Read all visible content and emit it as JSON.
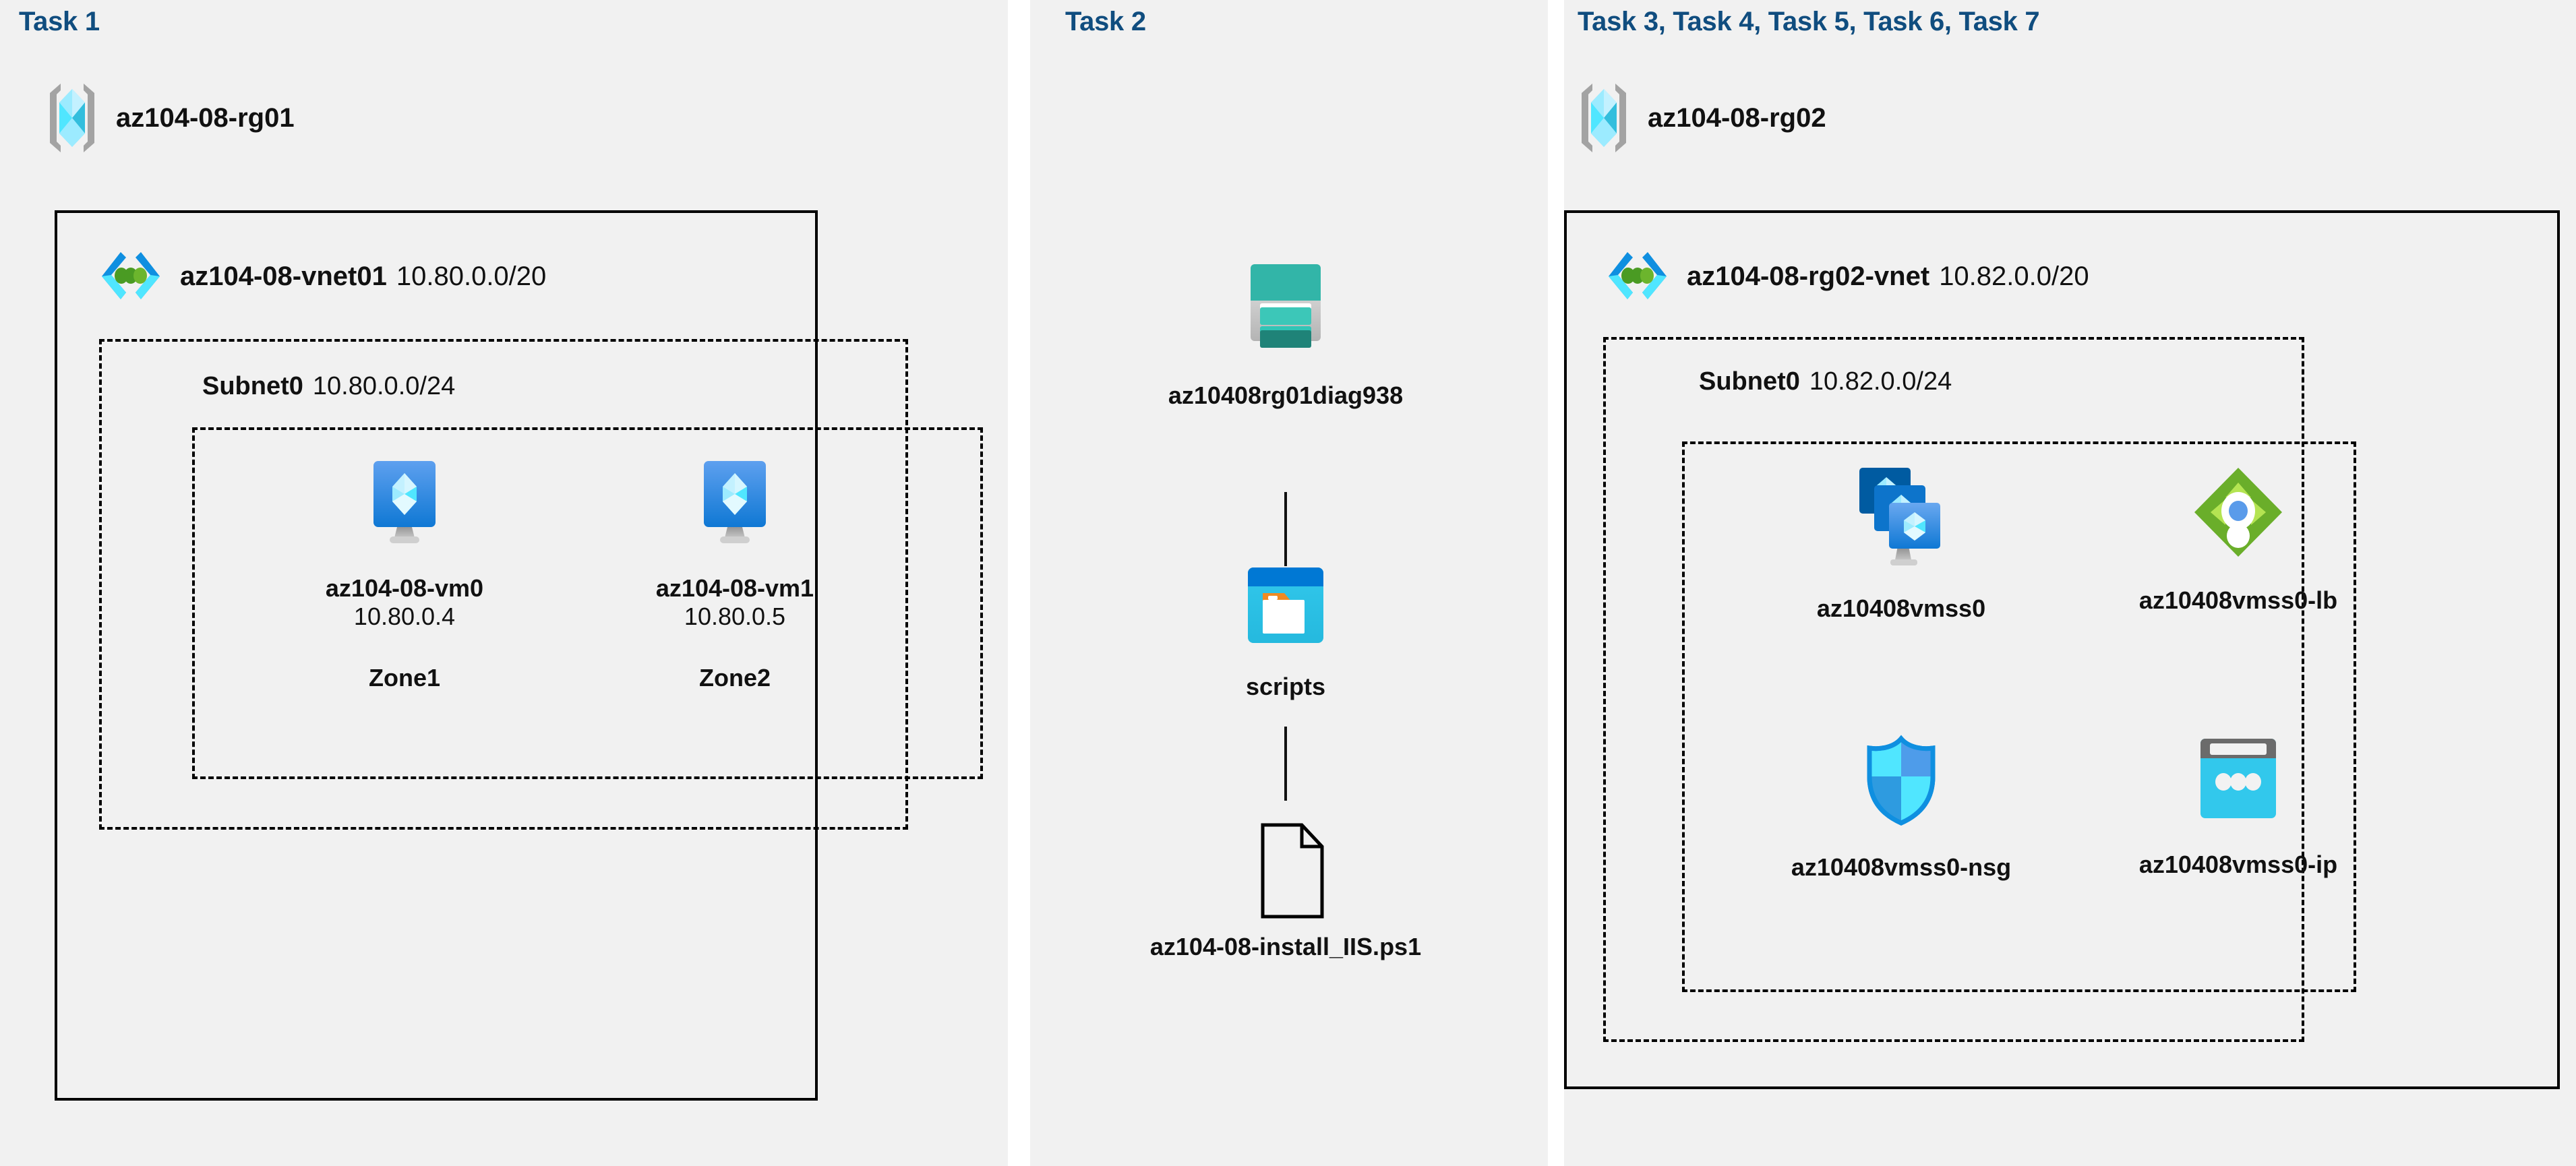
{
  "panels": [
    {
      "task_label": "Task 1"
    },
    {
      "task_label": "Task 2"
    },
    {
      "task_label": "Task 3, Task 4, Task 5, Task 6, Task 7"
    }
  ],
  "panel1": {
    "resource_group": {
      "name": "az104-08-rg01",
      "icon": "resource-group-icon"
    },
    "vnet": {
      "name": "az104-08-vnet01",
      "cidr": "10.80.0.0/20",
      "icon": "virtual-network-icon"
    },
    "subnet": {
      "name": "Subnet0",
      "cidr": "10.80.0.0/24"
    },
    "vms": [
      {
        "name": "az104-08-vm0",
        "ip": "10.80.0.4",
        "zone": "Zone1",
        "icon": "virtual-machine-icon"
      },
      {
        "name": "az104-08-vm1",
        "ip": "10.80.0.5",
        "zone": "Zone2",
        "icon": "virtual-machine-icon"
      }
    ]
  },
  "panel2": {
    "items": [
      {
        "name": "az10408rg01diag938",
        "icon": "storage-account-icon"
      },
      {
        "name": "scripts",
        "icon": "blob-container-icon"
      },
      {
        "name": "az104-08-install_IIS.ps1",
        "icon": "script-file-icon"
      }
    ]
  },
  "panel3": {
    "resource_group": {
      "name": "az104-08-rg02",
      "icon": "resource-group-icon"
    },
    "vnet": {
      "name": "az104-08-rg02-vnet",
      "cidr": "10.82.0.0/20",
      "icon": "virtual-network-icon"
    },
    "subnet": {
      "name": "Subnet0",
      "cidr": "10.82.0.0/24"
    },
    "resources": [
      {
        "name": "az10408vmss0",
        "icon": "vm-scale-set-icon"
      },
      {
        "name": "az10408vmss0-lb",
        "icon": "load-balancer-icon"
      },
      {
        "name": "az10408vmss0-nsg",
        "icon": "network-security-group-icon"
      },
      {
        "name": "az10408vmss0-ip",
        "icon": "public-ip-address-icon"
      }
    ]
  },
  "colors": {
    "panel_background": "#f1f1f1",
    "task_label": "#104d7f",
    "azure_blue": "#0078d4",
    "azure_cyan": "#50e6ff",
    "storage_teal": "#2bb4a6",
    "lb_green": "#6aae2a",
    "grey_bracket": "#a0a0a0",
    "text": "#111111"
  }
}
